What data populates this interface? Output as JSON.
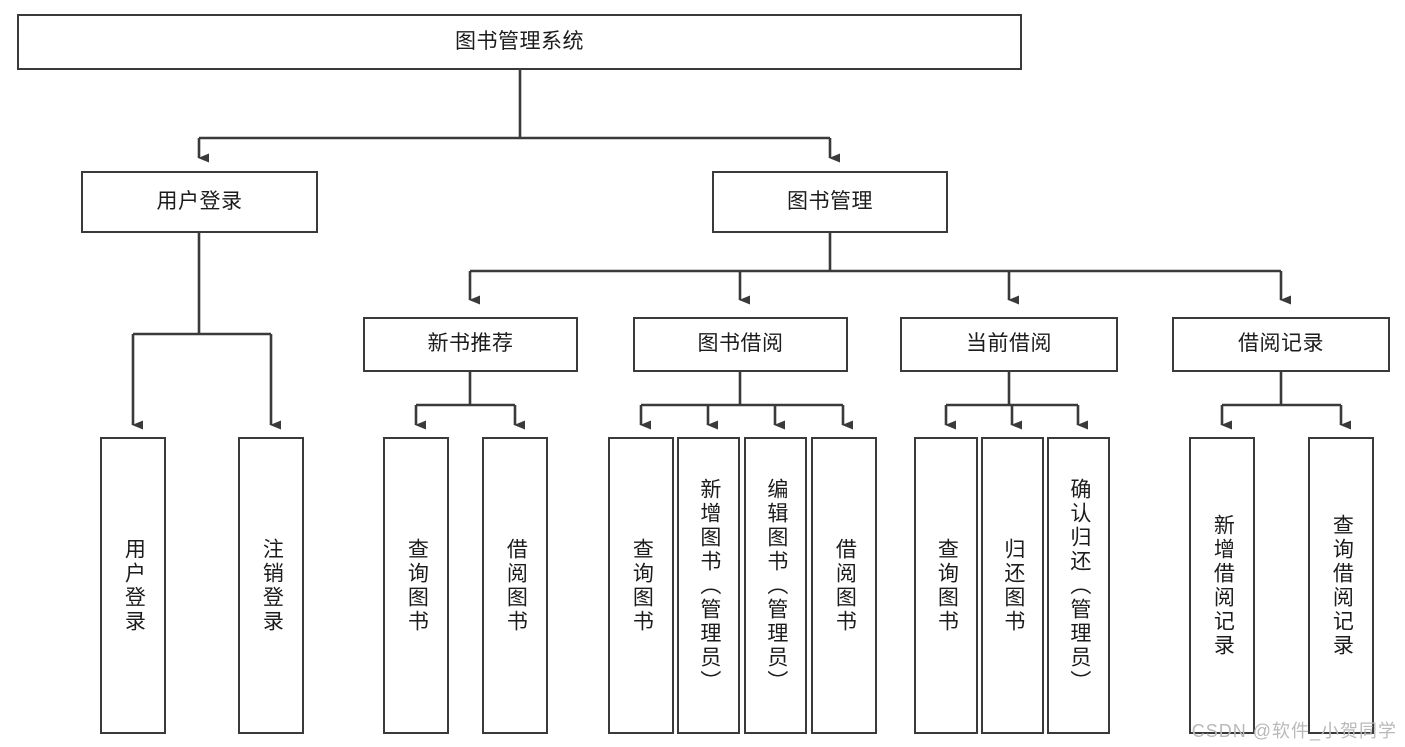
{
  "diagram": {
    "type": "tree",
    "title": "图书管理系统",
    "watermark": "CSDN @软件_小贺同学",
    "colors": {
      "box_border": "#3a3a3a",
      "box_fill": "#ffffff",
      "connector": "#3a3a3a",
      "text": "#1c1c1c",
      "watermark": "#b9b9b9",
      "background": "#ffffff"
    },
    "nodes": {
      "root": {
        "label": "图书管理系统"
      },
      "level2": [
        {
          "id": "user-login",
          "label": "用户登录"
        },
        {
          "id": "book-manage",
          "label": "图书管理"
        }
      ],
      "level3": [
        {
          "id": "new-book-recommend",
          "label": "新书推荐"
        },
        {
          "id": "book-borrow",
          "label": "图书借阅"
        },
        {
          "id": "current-borrow",
          "label": "当前借阅"
        },
        {
          "id": "borrow-record",
          "label": "借阅记录"
        }
      ],
      "leaves": {
        "user_login": [
          {
            "id": "leaf-user-login",
            "label": "用户登录"
          },
          {
            "id": "leaf-logout-login",
            "label": "注销登录"
          }
        ],
        "new_book_recommend": [
          {
            "id": "leaf-query-book-1",
            "label": "查询图书"
          },
          {
            "id": "leaf-borrow-book-1",
            "label": "借阅图书"
          }
        ],
        "book_borrow": [
          {
            "id": "leaf-query-book-2",
            "label": "查询图书"
          },
          {
            "id": "leaf-add-book",
            "label": "新增图书（管理员）"
          },
          {
            "id": "leaf-edit-book",
            "label": "编辑图书（管理员）"
          },
          {
            "id": "leaf-borrow-book-2",
            "label": "借阅图书"
          }
        ],
        "current_borrow": [
          {
            "id": "leaf-query-book-3",
            "label": "查询图书"
          },
          {
            "id": "leaf-return-book",
            "label": "归还图书"
          },
          {
            "id": "leaf-confirm-return",
            "label": "确认归还（管理员）"
          }
        ],
        "borrow_record": [
          {
            "id": "leaf-add-record",
            "label": "新增借阅记录"
          },
          {
            "id": "leaf-query-record",
            "label": "查询借阅记录"
          }
        ]
      }
    }
  }
}
